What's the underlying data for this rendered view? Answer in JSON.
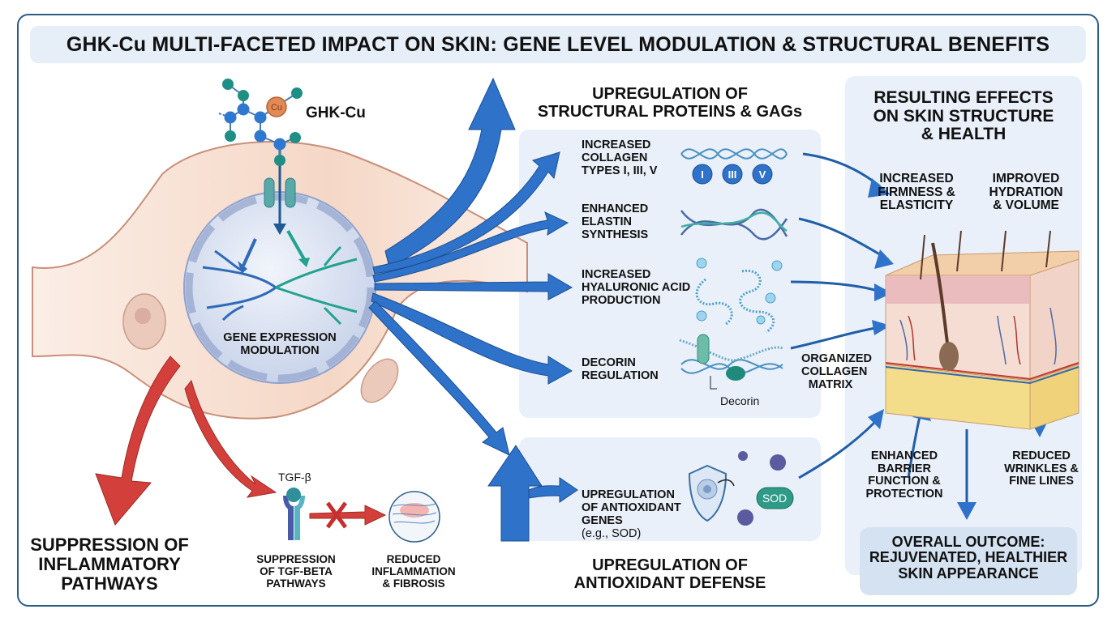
{
  "title": "GHK-Cu MULTI-FACETED IMPACT ON SKIN: GENE LEVEL MODULATION & STRUCTURAL BENEFITS",
  "molecule": {
    "label": "GHK-Cu",
    "metal_label": "Cu"
  },
  "cell": {
    "nucleus_label": "GENE EXPRESSION\nMODULATION"
  },
  "structural": {
    "heading": "UPREGULATION OF\nSTRUCTURAL PROTEINS & GAGs",
    "items": [
      {
        "label": "INCREASED\nCOLLAGEN\nTYPES I, III, V",
        "icon": "collagen-helix-icon"
      },
      {
        "label": "ENHANCED\nELASTIN\nSYNTHESIS",
        "icon": "elastin-fibers-icon"
      },
      {
        "label": "INCREASED\nHYALURONIC ACID\nPRODUCTION",
        "icon": "hyaluronic-acid-icon"
      },
      {
        "label": "DECORIN\nREGULATION",
        "icon": "decorin-icon"
      }
    ],
    "collagen_types": [
      "I",
      "III",
      "V"
    ],
    "decorin_caption": "Decorin",
    "matrix_label": "ORGANIZED\nCOLLAGEN\nMATRIX"
  },
  "antioxidant": {
    "item_label_bold": "UPREGULATION\nOF ANTIOXIDANT\nGENES",
    "item_label_normal": "(e.g., SOD)",
    "sod_badge": "SOD",
    "heading": "UPREGULATION OF\nANTIOXIDANT DEFENSE"
  },
  "inflammation": {
    "heading": "SUPPRESSION OF\nINFLAMMATORY\nPATHWAYS",
    "tgf_label": "TGF-β",
    "tgf_caption": "SUPPRESSION\nOF TGF-BETA\nPATHWAYS",
    "result_caption": "REDUCED\nINFLAMMATION\n& FIBROSIS"
  },
  "effects": {
    "heading": "RESULTING EFFECTS\nON SKIN STRUCTURE\n& HEALTH",
    "items": [
      "INCREASED\nFIRMNESS &\nELASTICITY",
      "IMPROVED\nHYDRATION\n& VOLUME",
      "ENHANCED\nBARRIER\nFUNCTION &\nPROTECTION",
      "REDUCED\nWRINKLES &\nFINE LINES"
    ],
    "outcome": "OVERALL OUTCOME:\nREJUVENATED, HEALTHIER\nSKIN APPEARANCE"
  },
  "colors": {
    "frame": "#2a5d86",
    "panel": "#e9f0f9",
    "arrow_blue": "#2f72c9",
    "arrow_red": "#d3403b",
    "teal": "#2a9d8f",
    "cell_fill": "#f7dccd",
    "sod": "#2e9a87"
  }
}
